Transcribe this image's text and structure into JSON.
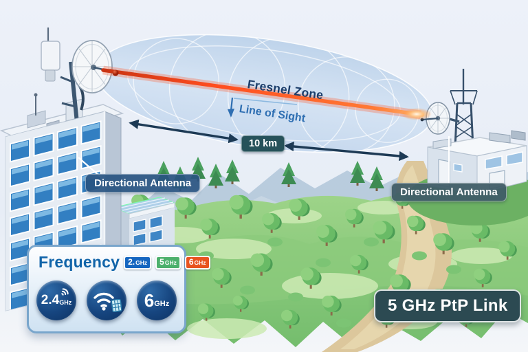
{
  "labels": {
    "fresnel_zone": "Fresnel Zone",
    "line_of_sight": "Line of Sight",
    "distance": "10 km",
    "antenna_left": "Directional Antenna",
    "antenna_right_regular": "Directional ",
    "antenna_right_bold": "Antenna",
    "ptp_link": "5 GHz PtP Link"
  },
  "legend": {
    "title": "Frequency",
    "badges": [
      {
        "num": "2.",
        "unit": "GHz",
        "color": "#1566c0"
      },
      {
        "num": "5",
        "unit": "GHz",
        "color": "#4cb06c"
      },
      {
        "num": "6",
        "unit": "GHz",
        "color": "#e8531f"
      }
    ],
    "circles": [
      {
        "num": "2.4",
        "unit": "GHz",
        "icon": "wifi-signal-corner"
      },
      {
        "icon": "wifi-signal-building"
      },
      {
        "num": "6",
        "unit": "GHz"
      }
    ]
  },
  "colors": {
    "beam": "#ff4d1f",
    "fresnel_fill": "#c3d8ee",
    "distance_badge_bg": "#26525a",
    "link_badge_bg": "#2c4a52",
    "fresnel_text": "#1c3e6b",
    "line_of_sight_text": "#2f6fb2"
  }
}
